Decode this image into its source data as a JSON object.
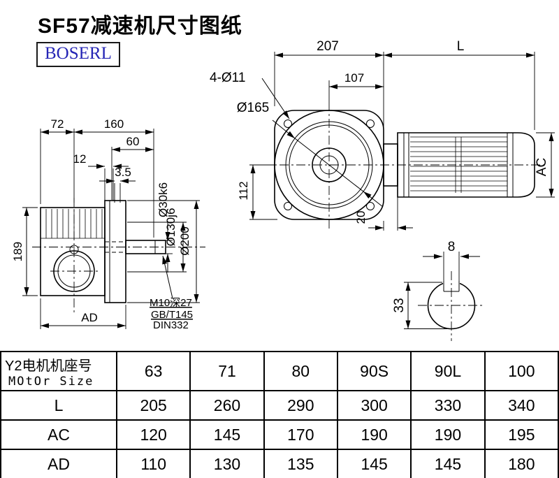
{
  "page": {
    "title": "SF57减速机尺寸图纸",
    "brand": "BOSERL"
  },
  "side_view": {
    "dim_72": "72",
    "dim_160": "160",
    "dim_60": "60",
    "dim_12": "12",
    "dim_3_5": "3.5",
    "dim_189": "189",
    "dim_ad": "AD",
    "dia_shaft": "Ø30k6",
    "dia_spigot": "Ø130j6",
    "dia_flange": "Ø200",
    "note_thread": "M10深27",
    "note_standard": "GB/T145",
    "note_din": "DIN332"
  },
  "front_view": {
    "dim_207": "207",
    "dim_l": "L",
    "dim_107": "107",
    "holes": "4-Ø11",
    "dia_165": "Ø165",
    "dim_112": "112",
    "dim_20": "20",
    "dim_ac": "AC"
  },
  "section_view": {
    "dim_8": "8",
    "dim_33": "33"
  },
  "table": {
    "motor_label_cn": "Y2电机机座号",
    "motor_label_en": "MOtOr Size",
    "sizes": [
      "63",
      "71",
      "80",
      "90S",
      "90L",
      "100"
    ],
    "rows": [
      {
        "label": "L",
        "values": [
          "205",
          "260",
          "290",
          "300",
          "330",
          "340"
        ]
      },
      {
        "label": "AC",
        "values": [
          "120",
          "145",
          "170",
          "190",
          "190",
          "195"
        ]
      },
      {
        "label": "AD",
        "values": [
          "110",
          "130",
          "135",
          "145",
          "145",
          "180"
        ]
      }
    ]
  },
  "colors": {
    "brand_text": "#2525b5",
    "line": "#000000"
  }
}
